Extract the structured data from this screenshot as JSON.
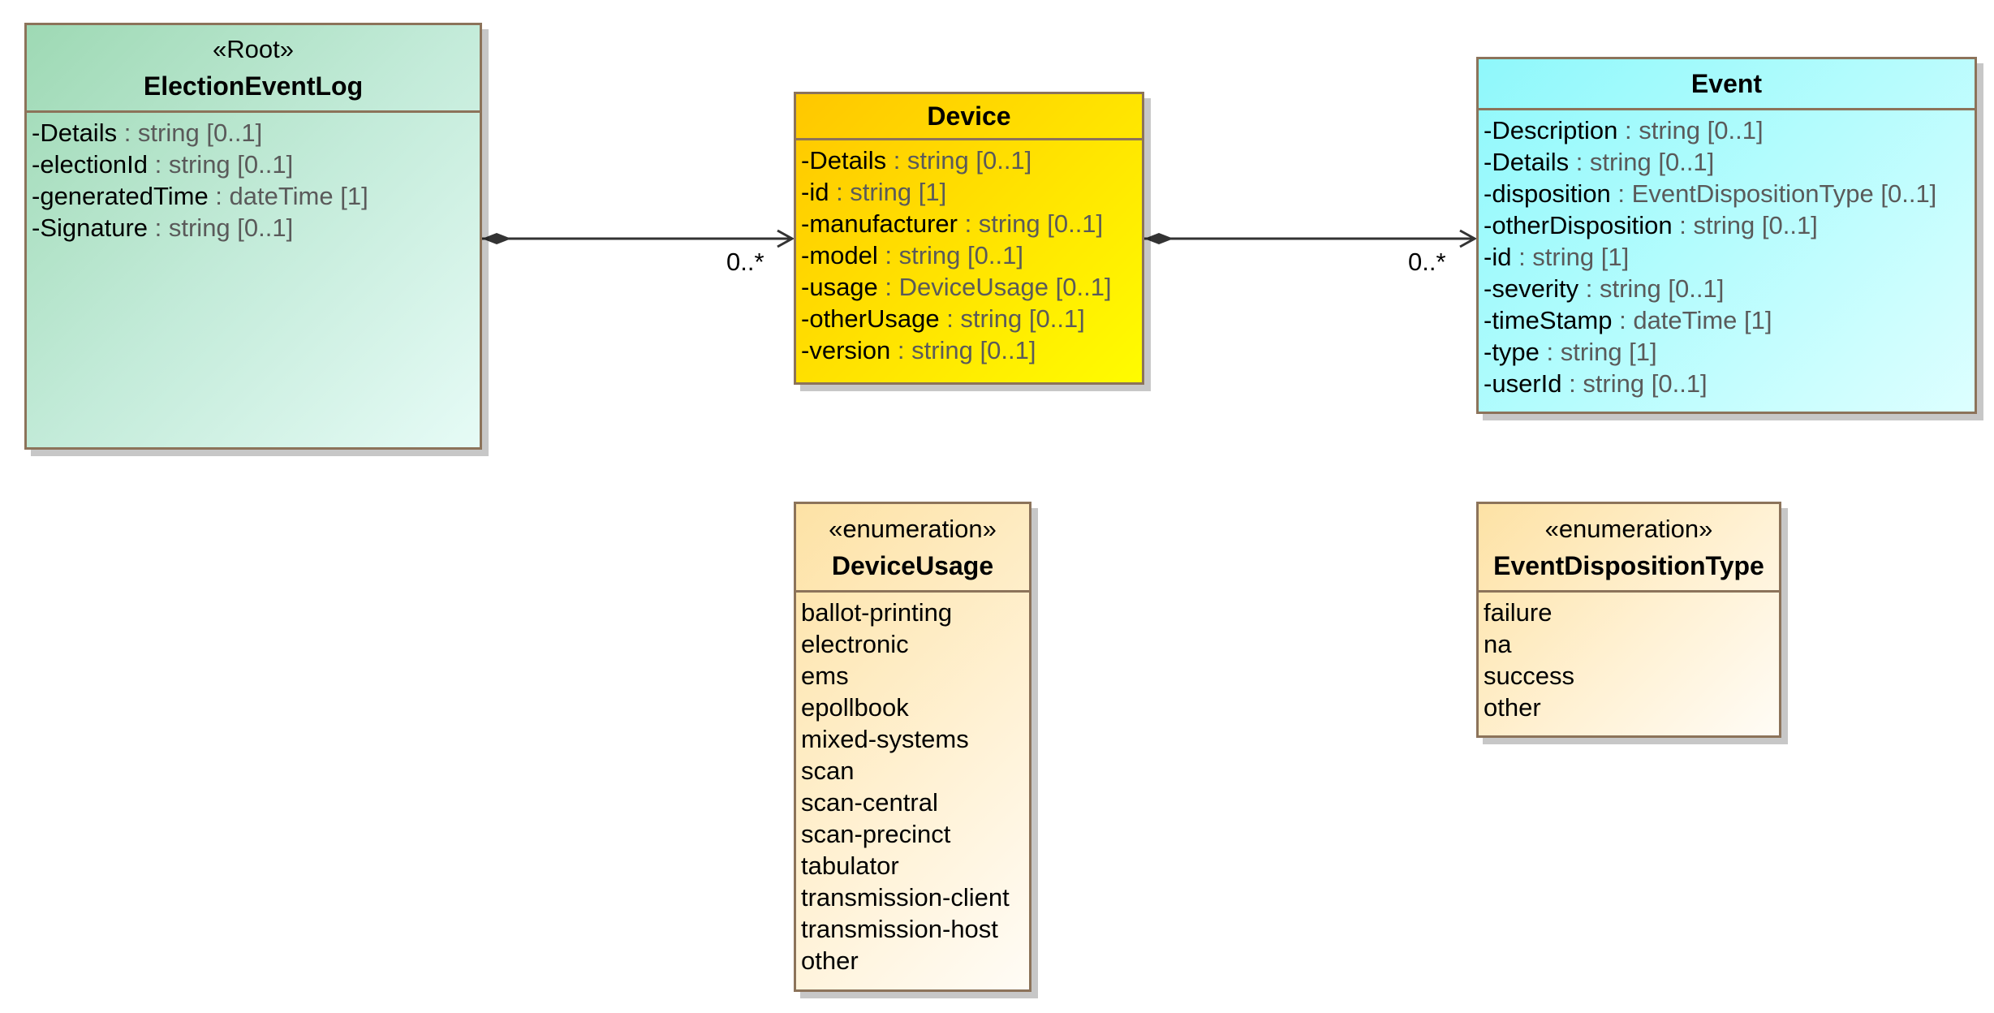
{
  "classes": {
    "root": {
      "stereotype": "«Root»",
      "name": "ElectionEventLog",
      "attributes": [
        {
          "name": "-Details",
          "type": " : string [0..1]"
        },
        {
          "name": "-electionId",
          "type": " : string [0..1]"
        },
        {
          "name": "-generatedTime",
          "type": " : dateTime [1]"
        },
        {
          "name": "-Signature",
          "type": " : string [0..1]"
        }
      ]
    },
    "device": {
      "name": "Device",
      "attributes": [
        {
          "name": "-Details",
          "type": " : string [0..1]"
        },
        {
          "name": "-id",
          "type": " : string [1]"
        },
        {
          "name": "-manufacturer",
          "type": " : string [0..1]"
        },
        {
          "name": "-model",
          "type": " : string [0..1]"
        },
        {
          "name": "-usage",
          "type": " : DeviceUsage [0..1]"
        },
        {
          "name": "-otherUsage",
          "type": " : string [0..1]"
        },
        {
          "name": "-version",
          "type": " : string [0..1]"
        }
      ]
    },
    "event": {
      "name": "Event",
      "attributes": [
        {
          "name": "-Description",
          "type": " : string [0..1]"
        },
        {
          "name": "-Details",
          "type": " : string [0..1]"
        },
        {
          "name": "-disposition",
          "type": " : EventDispositionType [0..1]"
        },
        {
          "name": "-otherDisposition",
          "type": " : string [0..1]"
        },
        {
          "name": "-id",
          "type": " : string [1]"
        },
        {
          "name": "-severity",
          "type": " : string [0..1]"
        },
        {
          "name": "-timeStamp",
          "type": " : dateTime [1]"
        },
        {
          "name": "-type",
          "type": " : string [1]"
        },
        {
          "name": "-userId",
          "type": " : string [0..1]"
        }
      ]
    },
    "device_usage": {
      "stereotype": "«enumeration»",
      "name": "DeviceUsage",
      "literals": [
        "ballot-printing",
        "electronic",
        "ems",
        "epollbook",
        "mixed-systems",
        "scan",
        "scan-central",
        "scan-precinct",
        "tabulator",
        "transmission-client",
        "transmission-host",
        "other"
      ]
    },
    "event_disposition_type": {
      "stereotype": "«enumeration»",
      "name": "EventDispositionType",
      "literals": [
        "failure",
        "na",
        "success",
        "other"
      ]
    }
  },
  "associations": {
    "root_device": {
      "multiplicity": "0..*"
    },
    "device_event": {
      "multiplicity": "0..*"
    }
  },
  "colors": {
    "border": "#8c735a",
    "root_fill": "#9ed9b4",
    "device_fill": "#ffc700",
    "event_fill": "#8ff8fb",
    "enum_fill": "#fde2a5",
    "edge": "#333333"
  }
}
